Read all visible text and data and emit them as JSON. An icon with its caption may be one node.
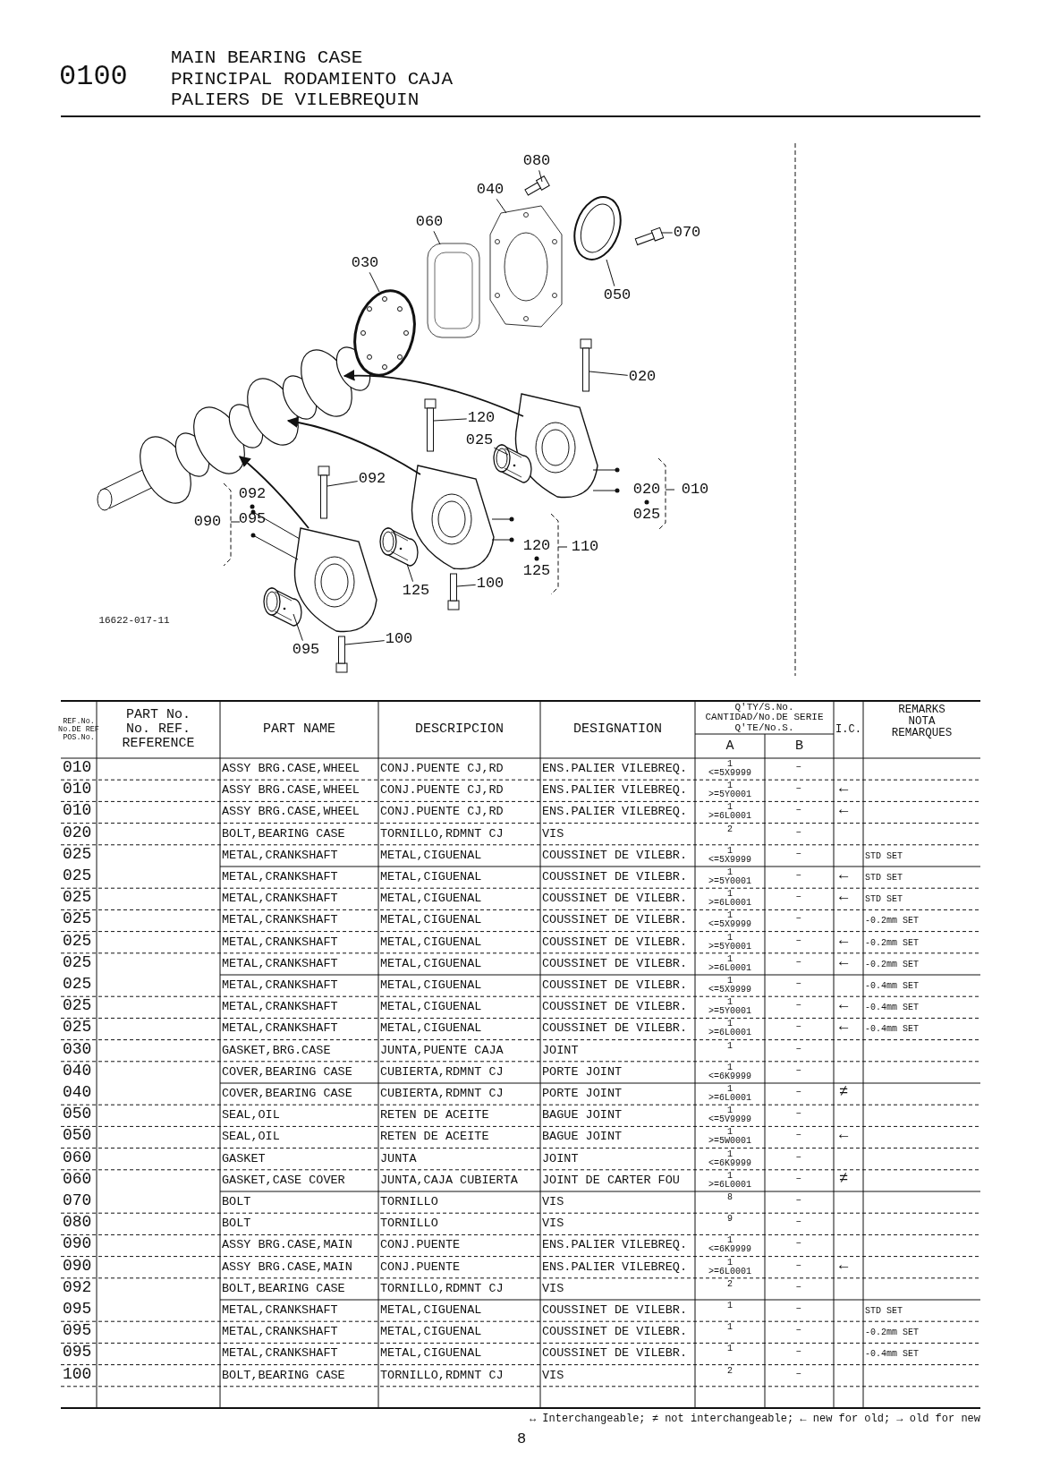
{
  "diagram": {
    "title": "MAIN BEARING CASE PRINCIPAL RODAMIENTO CAJA PALIERS DE VILEBREQUIN",
    "nodes": [
      {
        "text": [
          "080"
        ]
      },
      {
        "text": [
          "040"
        ]
      },
      {
        "text": [
          "060"
        ]
      },
      {
        "text": [
          "030"
        ]
      },
      {
        "text": [
          "070"
        ]
      },
      {
        "text": [
          "050"
        ]
      },
      {
        "text": [
          "020"
        ]
      },
      {
        "text": [
          "120"
        ]
      },
      {
        "text": [
          "025"
        ]
      },
      {
        "text": [
          "092"
        ]
      },
      {
        "text": [
          "125"
        ]
      },
      {
        "text": [
          "100"
        ]
      },
      {
        "text": [
          "095"
        ]
      },
      {
        "text": [
          "100"
        ]
      },
      {
        "text": [],
        "shape": "picture"
      },
      {
        "text": [],
        "shape": "picture"
      },
      {
        "text": [],
        "shape": "picture"
      },
      {
        "text": [],
        "shape": "picture"
      },
      {
        "text": [],
        "shape": "picture"
      },
      {
        "text": [],
        "shape": "picture"
      },
      {
        "text": [],
        "shape": "picture"
      },
      {
        "text": [],
        "shape": "picture"
      },
      {
        "text": [],
        "shape": "picture"
      },
      {
        "text": [],
        "shape": "picture"
      },
      {
        "text": [],
        "shape": "picture"
      },
      {
        "text": [],
        "shape": "picture"
      },
      {
        "text": [],
        "shape": "picture"
      },
      {
        "text": [],
        "shape": "picture"
      }
    ],
    "edges": [
      {
        "from": 0,
        "to": 14,
        "arrow": "none"
      },
      {
        "from": 1,
        "to": 15,
        "arrow": "none"
      },
      {
        "from": 2,
        "to": 16,
        "arrow": "none"
      },
      {
        "from": 3,
        "to": 17,
        "arrow": "none"
      },
      {
        "from": 4,
        "to": 18,
        "arrow": "none"
      },
      {
        "from": 5,
        "to": 19,
        "arrow": "none"
      },
      {
        "from": 6,
        "to": 20,
        "arrow": "none"
      },
      {
        "from": 7,
        "to": 21,
        "arrow": "none"
      },
      {
        "from": 8,
        "to": 22,
        "arrow": "none"
      },
      {
        "from": 9,
        "to": 23,
        "arrow": "none"
      },
      {
        "from": 10,
        "to": 24,
        "arrow": "none"
      },
      {
        "from": 11,
        "to": 25,
        "arrow": "none"
      },
      {
        "from": 12,
        "to": 26,
        "arrow": "none"
      },
      {
        "from": 13,
        "to": 27,
        "arrow": "none"
      }
    ],
    "labels": [
      "0100",
      "092",
      "090",
      "095",
      "020",
      "010",
      "025",
      "120",
      "110",
      "125",
      "16622-017-11",
      "REF.No. No.DE REF POS.No.",
      "PART No. No. REF. REFERENCE",
      "PART NAME",
      "DESCRIPCION",
      "DESIGNATION",
      "Q'TY/S.No. CANTIDAD/No.DE SERIE Q'TE/No.S.",
      "A",
      "B",
      "I.C.",
      "REMARKS NOTA REMARQUES",
      "010",
      "ASSY BRG.CASE,WHEEL",
      "CONJ.PUENTE CJ,RD",
      "ENS.PALIER VILEBREQ.",
      "1 <=5X9999",
      "–",
      "010",
      "ASSY BRG.CASE,WHEEL",
      "CONJ.PUENTE CJ,RD",
      "ENS.PALIER VILEBREQ.",
      "1 >=5Y0001",
      "–",
      "←",
      "010",
      "ASSY BRG.CASE,WHEEL",
      "CONJ.PUENTE CJ,RD",
      "ENS.PALIER VILEBREQ.",
      "1 >=6L0001",
      "–",
      "←",
      "020",
      "BOLT,BEARING CASE",
      "TORNILLO,RDMNT CJ",
      "VIS",
      "2",
      "–",
      "025",
      "METAL,CRANKSHAFT",
      "METAL,CIGUENAL",
      "COUSSINET DE VILEBR.",
      "1 <=5X9999",
      "–",
      "STD SET",
      "025",
      "METAL,CRANKSHAFT",
      "METAL,CIGUENAL",
      "COUSSINET DE VILEBR.",
      "1 >=5Y0001",
      "–",
      "←",
      "STD SET",
      "025",
      "METAL,CRANKSHAFT",
      "METAL,CIGUENAL",
      "COUSSINET DE VILEBR.",
      "1 >=6L0001",
      "–",
      "←",
      "STD SET",
      "025",
      "METAL,CRANKSHAFT",
      "METAL,CIGUENAL",
      "COUSSINET DE VILEBR.",
      "1 <=5X9999",
      "–",
      "-0.2mm SET",
      "025",
      "METAL,CRANKSHAFT",
      "METAL,CIGUENAL",
      "COUSSINET DE VILEBR.",
      "1 >=5Y0001",
      "–",
      "←",
      "-0.2mm SET",
      "025",
      "METAL,CRANKSHAFT",
      "METAL,CIGUENAL",
      "COUSSINET DE VILEBR.",
      "1 >=6L0001",
      "–",
      "←",
      "-0.2mm SET",
      "025",
      "METAL,CRANKSHAFT",
      "METAL,CIGUENAL",
      "COUSSINET DE VILEBR.",
      "1 <=5X9999",
      "–",
      "-0.4mm SET",
      "025",
      "METAL,CRANKSHAFT",
      "METAL,CIGUENAL",
      "COUSSINET DE VILEBR.",
      "1 >=5Y0001",
      "–",
      "←",
      "-0.4mm SET",
      "025",
      "METAL,CRANKSHAFT",
      "METAL,CIGUENAL",
      "COUSSINET DE VILEBR.",
      "1 >=6L0001",
      "–",
      "←",
      "-0.4mm SET",
      "030",
      "GASKET,BRG.CASE",
      "JUNTA,PUENTE CAJA",
      "JOINT",
      "1",
      "–",
      "040",
      "COVER,BEARING CASE",
      "CUBIERTA,RDMNT CJ",
      "PORTE JOINT",
      "1 <=6K9999",
      "–",
      "040",
      "COVER,BEARING CASE",
      "CUBIERTA,RDMNT CJ",
      "PORTE JOINT",
      "1 >=6L0001",
      "–",
      "≠",
      "050",
      "SEAL,OIL",
      "RETEN DE ACEITE",
      "BAGUE JOINT",
      "1 <=5V9999",
      "–",
      "050",
      "SEAL,OIL",
      "RETEN DE ACEITE",
      "BAGUE JOINT",
      "1 >=5W0001",
      "–",
      "←",
      "060",
      "GASKET",
      "JUNTA",
      "JOINT",
      "1 <=6K9999",
      "–",
      "060",
      "GASKET,CASE COVER",
      "JUNTA,CAJA CUBIERTA",
      "JOINT DE CARTER FOU",
      "1 >=6L0001",
      "–",
      "≠",
      "070",
      "BOLT",
      "TORNILLO",
      "VIS",
      "8",
      "–",
      "080",
      "BOLT",
      "TORNILLO",
      "VIS",
      "9",
      "–",
      "090",
      "ASSY BRG.CASE,MAIN",
      "CONJ.PUENTE",
      "ENS.PALIER VILEBREQ.",
      "1 <=6K9999",
      "–",
      "090",
      "ASSY BRG.CASE,MAIN",
      "CONJ.PUENTE",
      "ENS.PALIER VILEBREQ.",
      "1 >=6L0001",
      "–",
      "←",
      "092",
      "BOLT,BEARING CASE",
      "TORNILLO,RDMNT CJ",
      "VIS",
      "2",
      "–",
      "095",
      "METAL,CRANKSHAFT",
      "METAL,CIGUENAL",
      "COUSSINET DE VILEBR.",
      "1",
      "–",
      "STD SET",
      "095",
      "METAL,CRANKSHAFT",
      "METAL,CIGUENAL",
      "COUSSINET DE VILEBR.",
      "1",
      "–",
      "-0.2mm SET",
      "095",
      "METAL,CRANKSHAFT",
      "METAL,CIGUENAL",
      "COUSSINET DE VILEBR.",
      "1",
      "–",
      "-0.4mm SET",
      "100",
      "BOLT,BEARING CASE",
      "TORNILLO,RDMNT CJ",
      "VIS",
      "2",
      "–",
      "↔ Interchangeable; ≠ not interchangeable; ← new for old; → old for new",
      "8"
    ]
  }
}
